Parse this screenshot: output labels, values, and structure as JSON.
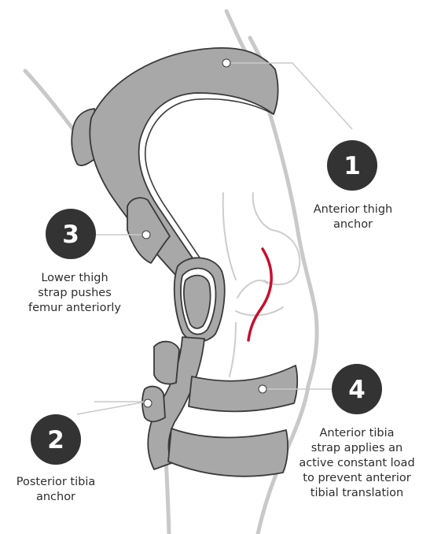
{
  "callouts": [
    {
      "number": "1",
      "lines": [
        "Anterior thigh",
        "anchor"
      ]
    },
    {
      "number": "2",
      "lines": [
        "Posterior tibia",
        "anchor"
      ]
    },
    {
      "number": "3",
      "lines": [
        "Lower thigh",
        "strap pushes",
        "femur anteriorly"
      ]
    },
    {
      "number": "4",
      "lines": [
        "Anterior tibia",
        "strap applies an",
        "active constant load",
        "to prevent anterior",
        "tibial translation"
      ]
    }
  ],
  "colors": {
    "brace_fill": "#a8a8a8",
    "brace_outline": "#3a3a3a",
    "leg_outline": "#c9c9c9",
    "badge": "#333333",
    "ligament": "#c8102e",
    "text": "#2e2e2e"
  }
}
